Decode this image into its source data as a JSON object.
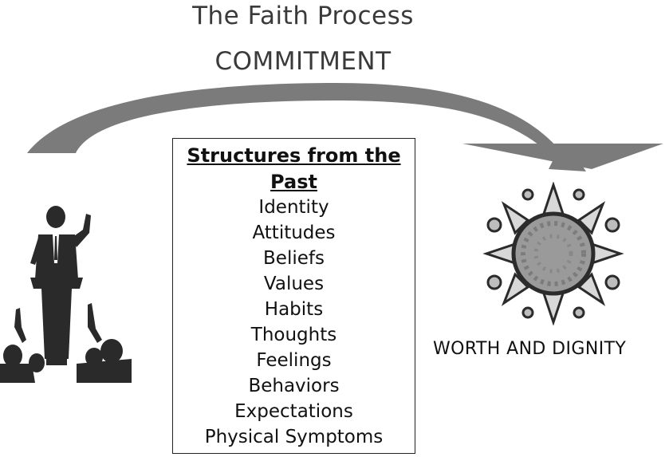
{
  "title": "The Faith Process",
  "subtitle": "COMMITMENT",
  "box": {
    "heading": "Structures from the Past",
    "items": [
      "Identity",
      "Attitudes",
      "Beliefs",
      "Values",
      "Habits",
      "Thoughts",
      "Feelings",
      "Behaviors",
      "Expectations",
      "Physical Symptoms"
    ]
  },
  "right_label": "WORTH AND DIGNITY",
  "icons": {
    "left": "preacher-crowd-icon",
    "right": "sun-icon",
    "connector": "curved-arrow-icon"
  },
  "colors": {
    "arrow": "#7b7b7b",
    "ink": "#1a1a1a",
    "title": "#3a3a3a"
  }
}
